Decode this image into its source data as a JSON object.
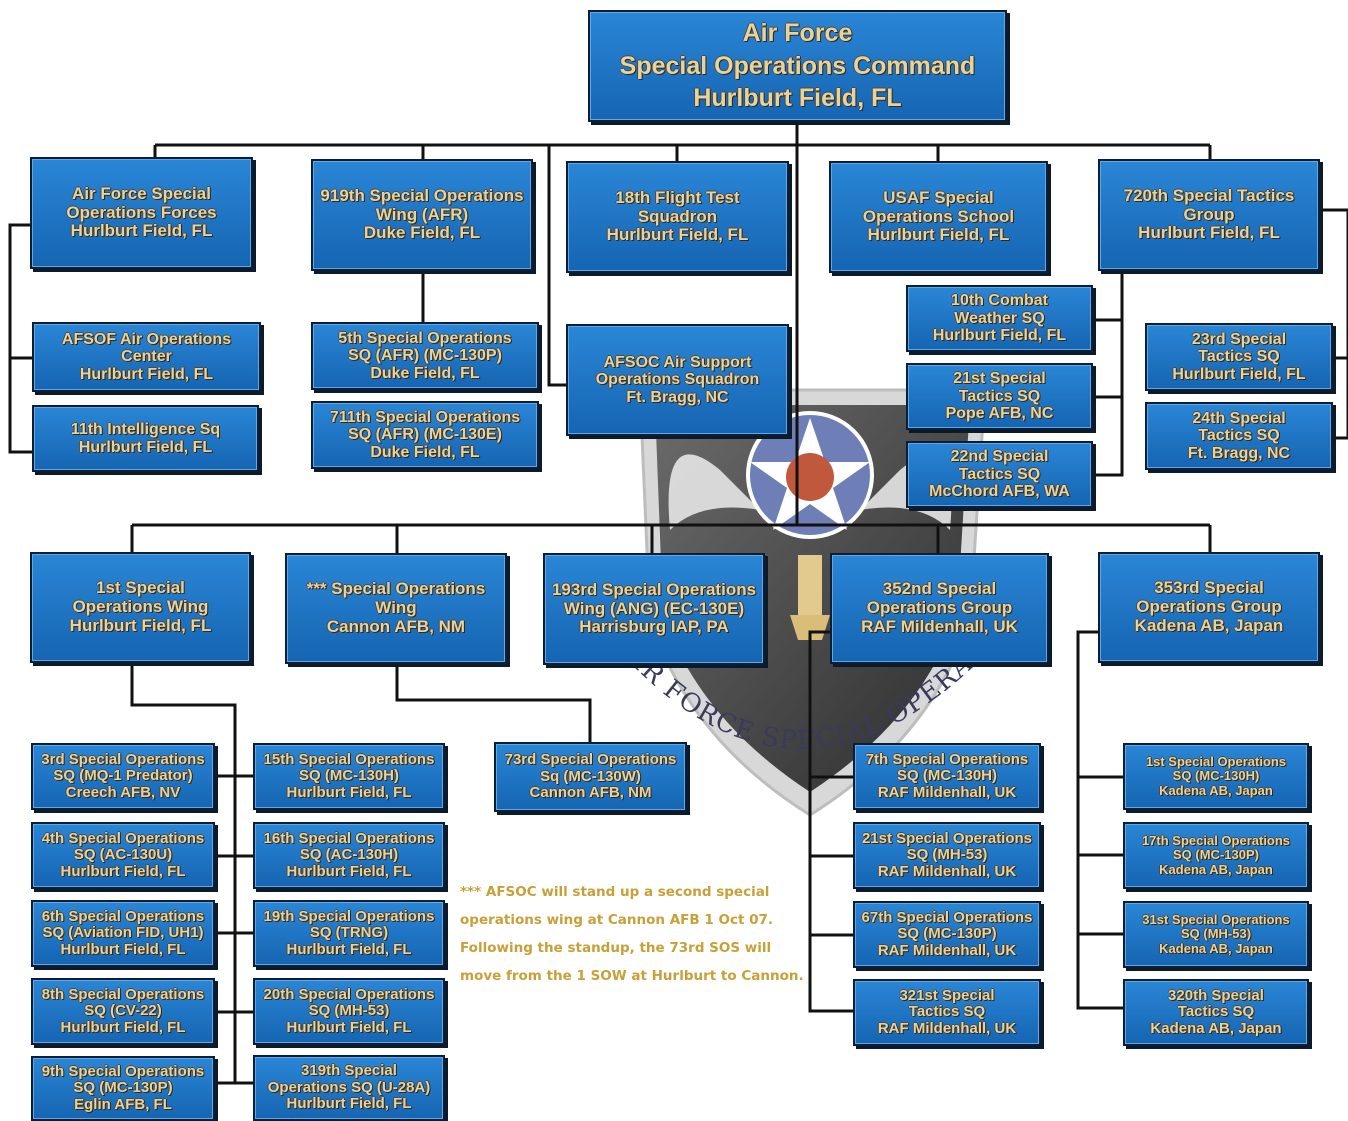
{
  "hq": {
    "lines": [
      "Air Force",
      "Special Operations Command",
      "Hurlburt Field, FL"
    ]
  },
  "level2": [
    {
      "lines": [
        "Air Force Special",
        "Operations Forces",
        "Hurlburt Field, FL"
      ]
    },
    {
      "lines": [
        "919th Special Operations",
        "Wing (AFR)",
        "Duke Field, FL"
      ]
    },
    {
      "lines": [
        "18th Flight Test",
        "Squadron",
        "Hurlburt Field, FL"
      ]
    },
    {
      "lines": [
        "USAF Special",
        "Operations School",
        "Hurlburt Field, FL"
      ]
    },
    {
      "lines": [
        "720th Special Tactics",
        "Group",
        "Hurlburt Field, FL"
      ]
    }
  ],
  "afsof_children": [
    {
      "lines": [
        "AFSOF Air Operations",
        "Center",
        "Hurlburt Field, FL"
      ]
    },
    {
      "lines": [
        "11th Intelligence Sq",
        "Hurlburt Field, FL"
      ]
    }
  ],
  "wing919_children": [
    {
      "lines": [
        "5th Special Operations",
        "SQ (AFR) (MC-130P)",
        "Duke Field, FL"
      ]
    },
    {
      "lines": [
        "711th Special Operations",
        "SQ (AFR) (MC-130E)",
        "Duke Field, FL"
      ]
    }
  ],
  "air_support": {
    "lines": [
      "AFSOC Air Support",
      "Operations Squadron",
      "Ft. Bragg, NC"
    ]
  },
  "group720_left": [
    {
      "lines": [
        "10th Combat",
        "Weather SQ",
        "Hurlburt Field, FL"
      ]
    },
    {
      "lines": [
        "21st Special",
        "Tactics SQ",
        "Pope AFB, NC"
      ]
    },
    {
      "lines": [
        "22nd Special",
        "Tactics SQ",
        "McChord AFB, WA"
      ]
    }
  ],
  "group720_right": [
    {
      "lines": [
        "23rd Special",
        "Tactics SQ",
        "Hurlburt Field, FL"
      ]
    },
    {
      "lines": [
        "24th Special",
        "Tactics SQ",
        "Ft. Bragg, NC"
      ]
    }
  ],
  "wings": [
    {
      "lines": [
        "1st Special",
        "Operations Wing",
        "Hurlburt Field, FL"
      ]
    },
    {
      "lines": [
        "*** Special Operations",
        "Wing",
        "Cannon AFB, NM"
      ]
    },
    {
      "lines": [
        "193rd Special Operations",
        "Wing (ANG) (EC-130E)",
        "Harrisburg IAP, PA"
      ]
    },
    {
      "lines": [
        "352nd Special",
        "Operations Group",
        "RAF Mildenhall, UK"
      ]
    },
    {
      "lines": [
        "353rd Special",
        "Operations Group",
        "Kadena AB, Japan"
      ]
    }
  ],
  "sow1_col1": [
    {
      "lines": [
        "3rd Special Operations",
        "SQ (MQ-1 Predator)",
        "Creech AFB, NV"
      ]
    },
    {
      "lines": [
        "4th Special Operations",
        "SQ (AC-130U)",
        "Hurlburt Field, FL"
      ]
    },
    {
      "lines": [
        "6th Special Operations",
        "SQ (Aviation FID, UH1)",
        "Hurlburt Field, FL"
      ]
    },
    {
      "lines": [
        "8th Special Operations",
        "SQ (CV-22)",
        "Hurlburt Field, FL"
      ]
    },
    {
      "lines": [
        "9th Special Operations",
        "SQ (MC-130P)",
        "Eglin AFB, FL"
      ]
    }
  ],
  "sow1_col2": [
    {
      "lines": [
        "15th Special Operations",
        "SQ (MC-130H)",
        "Hurlburt Field, FL"
      ]
    },
    {
      "lines": [
        "16th Special Operations",
        "SQ (AC-130H)",
        "Hurlburt Field, FL"
      ]
    },
    {
      "lines": [
        "19th Special Operations",
        "SQ (TRNG)",
        "Hurlburt Field, FL"
      ]
    },
    {
      "lines": [
        "20th Special Operations",
        "SQ (MH-53)",
        "Hurlburt Field, FL"
      ]
    },
    {
      "lines": [
        "319th Special",
        "Operations SQ (U-28A)",
        "Hurlburt Field, FL"
      ]
    }
  ],
  "cannon_child": {
    "lines": [
      "73rd Special Operations",
      "Sq (MC-130W)",
      "Cannon AFB, NM"
    ]
  },
  "g352_children": [
    {
      "lines": [
        "7th Special Operations",
        "SQ (MC-130H)",
        "RAF Mildenhall, UK"
      ]
    },
    {
      "lines": [
        "21st Special Operations",
        "SQ (MH-53)",
        "RAF Mildenhall, UK"
      ]
    },
    {
      "lines": [
        "67th Special Operations",
        "SQ (MC-130P)",
        "RAF Mildenhall, UK"
      ]
    },
    {
      "lines": [
        "321st Special",
        "Tactics SQ",
        "RAF Mildenhall, UK"
      ]
    }
  ],
  "g353_children": [
    {
      "lines": [
        "1st Special Operations",
        "SQ (MC-130H)",
        "Kadena AB, Japan"
      ]
    },
    {
      "lines": [
        "17th Special Operations",
        "SQ (MC-130P)",
        "Kadena AB, Japan"
      ]
    },
    {
      "lines": [
        "31st Special Operations",
        "SQ (MH-53)",
        "Kadena AB, Japan"
      ]
    },
    {
      "lines": [
        "320th Special",
        "Tactics SQ",
        "Kadena AB, Japan"
      ]
    }
  ],
  "footnote": {
    "lines": [
      "*** AFSOC will stand up a second special",
      "operations wing at Cannon AFB 1 Oct  07.",
      "Following the standup, the 73rd SOS will",
      "move from the 1 SOW at Hurlburt to Cannon."
    ]
  },
  "emblem": {
    "text": "AIR FORCE SPECIAL OPERATIONS COMMAND"
  },
  "colors": {
    "box": "#1f74c6",
    "box_border": "#0a1e36",
    "text": "#e8d49a",
    "line": "#111111",
    "note": "#c8a038"
  }
}
